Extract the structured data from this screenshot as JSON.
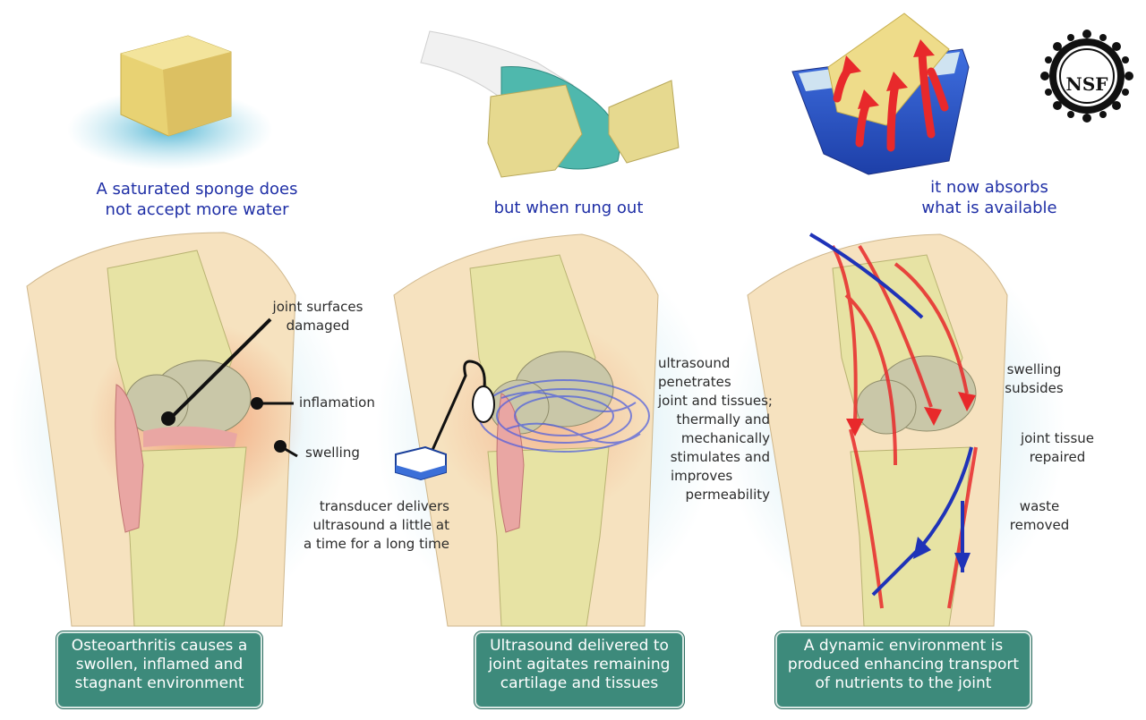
{
  "logo": {
    "text": "NSF"
  },
  "top_captions": [
    {
      "lines": [
        "A saturated sponge does",
        "not accept more water"
      ]
    },
    {
      "lines": [
        "but when rung out"
      ]
    },
    {
      "lines": [
        "it now absorbs",
        "what is available"
      ]
    }
  ],
  "panel1": {
    "labels": {
      "joint_surfaces": [
        "joint surfaces",
        "damaged"
      ],
      "inflamation": "inflamation",
      "swelling": "swelling",
      "transducer": [
        "transducer delivers",
        "ultrasound a little at",
        "a time for a long time"
      ]
    },
    "box": [
      "Osteoarthritis causes a",
      "swollen, inflamed and",
      "stagnant environment"
    ]
  },
  "panel2": {
    "labels": {
      "ultrasound": [
        "ultrasound",
        "penetrates",
        "joint and tissues;",
        "thermally and",
        "mechanically",
        "stimulates and",
        "improves",
        "permeability"
      ]
    },
    "box": [
      "Ultrasound delivered to",
      "joint agitates remaining",
      "cartilage and tissues"
    ]
  },
  "panel3": {
    "labels": {
      "swelling_subsides": [
        "swelling",
        "subsides"
      ],
      "joint_tissue": [
        "joint tissue",
        "repaired"
      ],
      "waste": [
        "waste",
        "removed"
      ]
    },
    "box": [
      "A dynamic environment is",
      "produced enhancing transport",
      "of nutrients to the joint"
    ]
  },
  "colors": {
    "caption_blue": "#1f2fa6",
    "box_teal": "#3d8a7b",
    "sponge_yellow": "#eedc8a",
    "glove_teal": "#4fb8ad",
    "bucket_blue": "#2a57c9",
    "arrow_red": "#e8292b",
    "vessel_blue": "#1f33b8",
    "bone_yellow": "#e7e3a4",
    "skin": "#f6e2bf",
    "inflammation": "#ee6a3c"
  }
}
